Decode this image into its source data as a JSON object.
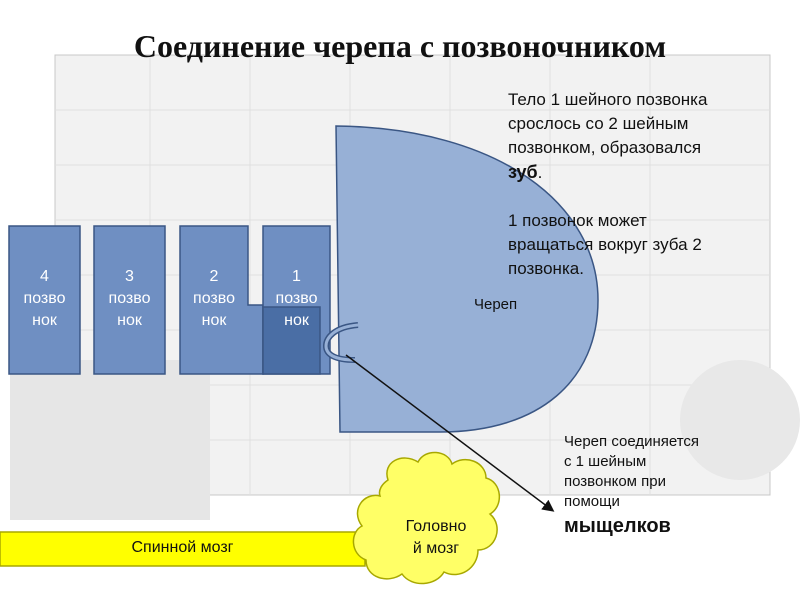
{
  "title": "Соединение черепа с позвоночником",
  "vertebrae": [
    {
      "number": "4",
      "line1": "позво",
      "line2": "нок"
    },
    {
      "number": "3",
      "line1": "позво",
      "line2": "нок"
    },
    {
      "number": "2",
      "line1": "позво",
      "line2": "нок"
    },
    {
      "number": "1",
      "line1": "позво",
      "line2": "нок"
    }
  ],
  "skull_label": "Череп",
  "info": {
    "line1": "Тело 1 шейного позвонка",
    "line2": "срослось со 2 шейным",
    "line3": "позвонком, образовался",
    "bold_word": "зуб",
    "period": ".",
    "line5": "1 позвонок может",
    "line6": "вращаться вокруг зуба 2",
    "line7": "позвонка."
  },
  "joint": {
    "line1": "Череп соединяется",
    "line2": "с 1 шейным",
    "line3": "позвонком при",
    "line4": "помощи",
    "bold": "мыщелков"
  },
  "spinal_cord": "Спинной мозг",
  "brain": {
    "line1": "Головно",
    "line2": "й мозг"
  },
  "colors": {
    "vertebra_fill": "#6f8fc2",
    "vertebra_stroke": "#3a5684",
    "tooth_fill": "#4a6ea5",
    "skull_fill": "#97b0d6",
    "yellow": "#ffff00",
    "yellow_stroke": "#a8a800"
  }
}
